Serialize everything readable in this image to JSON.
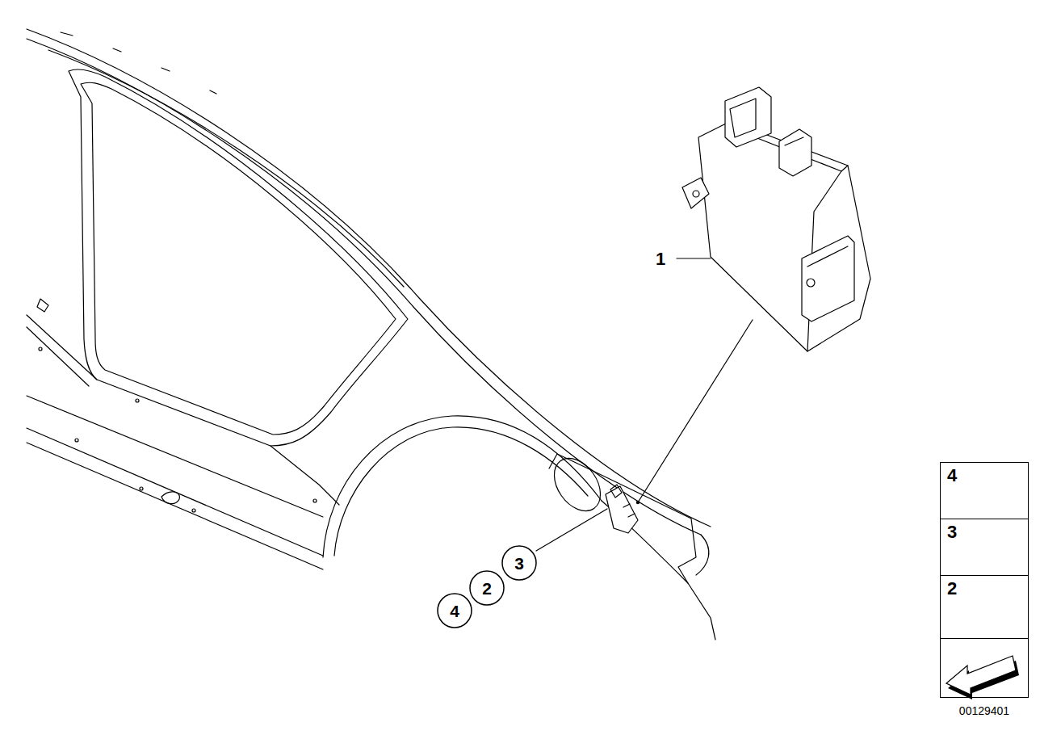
{
  "diagram": {
    "nodes": [
      {
        "text": [
          "4"
        ]
      },
      {
        "text": [
          "2"
        ]
      },
      {
        "text": [
          "3"
        ]
      },
      {
        "text": [
          "4"
        ]
      },
      {
        "text": [
          "3"
        ]
      },
      {
        "text": [
          "2"
        ]
      }
    ],
    "labels": [
      "1",
      "00129401"
    ]
  }
}
